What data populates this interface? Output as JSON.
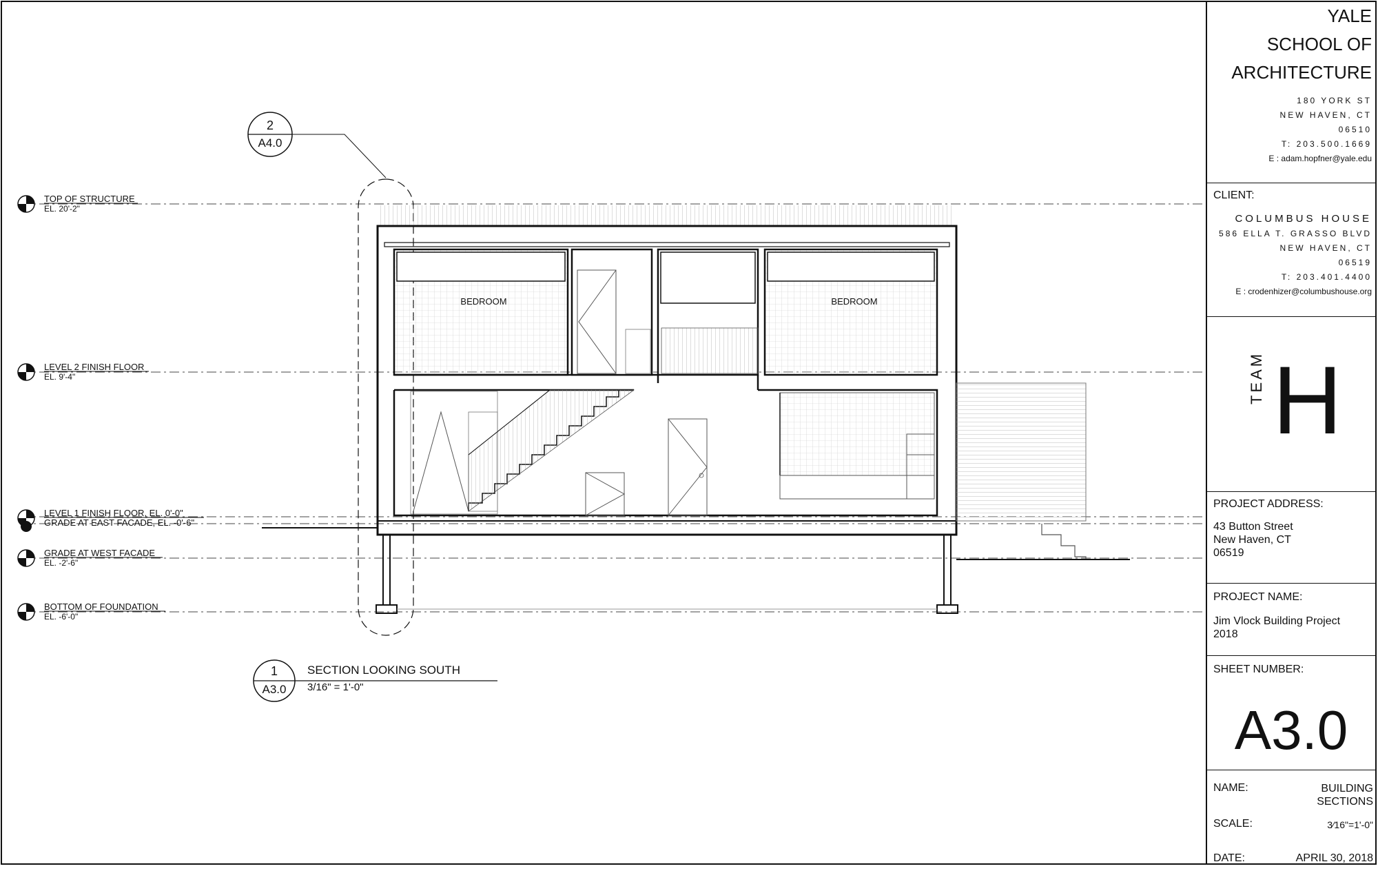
{
  "section_callout": {
    "number": "2",
    "sheet": "A4.0"
  },
  "levels": [
    {
      "name": "TOP OF STRUCTURE",
      "elev": "EL. 20'-2\""
    },
    {
      "name": "LEVEL 2 FINISH FLOOR",
      "elev": "EL. 9'-4\""
    },
    {
      "name": "LEVEL 1 FINISH FLOOR, EL. 0'-0\"",
      "elev": "GRADE AT EAST FACADE, EL. -0'-6\""
    },
    {
      "name": "GRADE AT WEST FACADE",
      "elev": "EL. -2'-6\""
    },
    {
      "name": "BOTTOM OF FOUNDATION",
      "elev": "EL. -6'-0\""
    }
  ],
  "rooms": {
    "bedroom_left": "BEDROOM",
    "bedroom_right": "BEDROOM"
  },
  "drawing_title": {
    "number": "1",
    "sheet": "A3.0",
    "title": "SECTION LOOKING SOUTH",
    "scale": "3/16\" = 1'-0\""
  },
  "titleblock": {
    "school": [
      "YALE",
      "SCHOOL OF",
      "ARCHITECTURE"
    ],
    "school_address": [
      "180 YORK ST",
      "NEW HAVEN, CT",
      "06510",
      "T: 203.500.1669",
      "E : adam.hopfner@yale.edu"
    ],
    "client_label": "CLIENT:",
    "client_name": "COLUMBUS HOUSE",
    "client_address": [
      "586 ELLA T. GRASSO BLVD",
      "NEW HAVEN, CT",
      "06519",
      "T: 203.401.4400",
      "E : crodenhizer@columbushouse.org"
    ],
    "team_word": "TEAM",
    "team_letter": "H",
    "project_address_label": "PROJECT ADDRESS:",
    "project_address": [
      "43 Button Street",
      "New Haven, CT",
      "06519"
    ],
    "project_name_label": "PROJECT NAME:",
    "project_name": [
      "Jim Vlock Building Project",
      "2018"
    ],
    "sheet_number_label": "SHEET NUMBER:",
    "sheet_number": "A3.0",
    "name_label": "NAME:",
    "name_value": [
      "BUILDING",
      "SECTIONS"
    ],
    "scale_label": "SCALE:",
    "scale_value": "3⁄16\"=1'-0\"",
    "date_label": "DATE:",
    "date_value": "APRIL 30, 2018"
  }
}
